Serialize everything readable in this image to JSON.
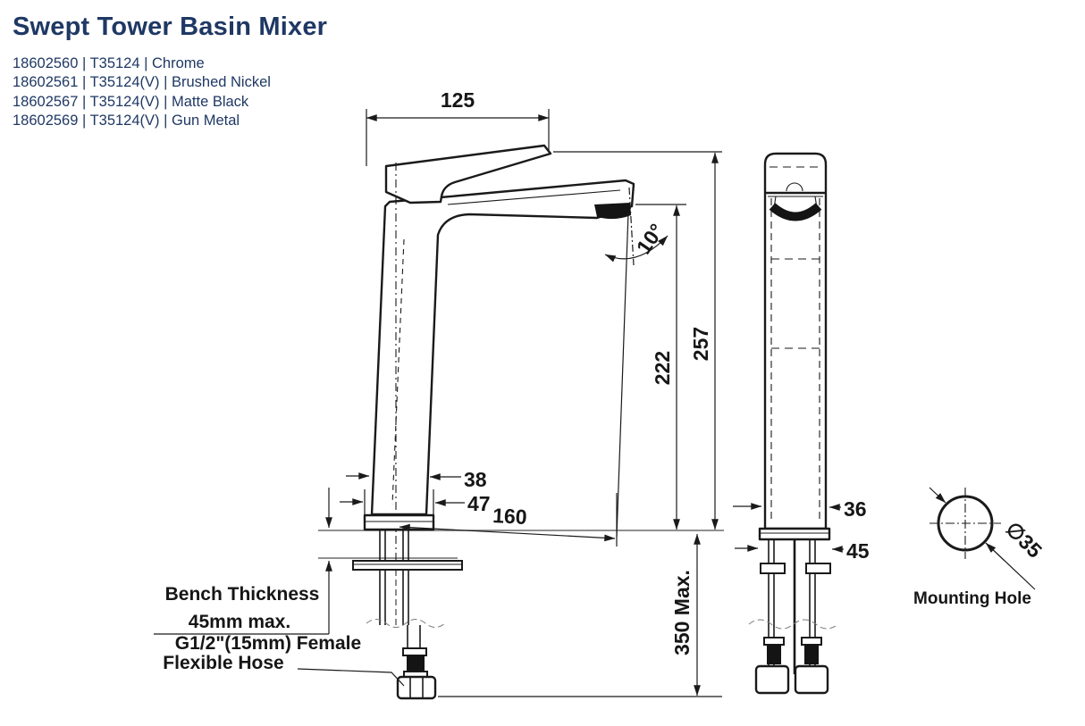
{
  "title": "Swept Tower Basin Mixer",
  "variants": [
    "18602560 | T35124 | Chrome",
    "18602561 | T35124(V) | Brushed Nickel",
    "18602567 | T35124(V) | Matte Black",
    "18602569 | T35124(V) | Gun Metal"
  ],
  "colors": {
    "heading": "#1f3864",
    "linework": "#1a1a1a"
  },
  "dimensions": {
    "spout_top_reach": "125",
    "spout_angle": "10°",
    "overall_height": "257",
    "spout_height": "222",
    "body_width": "38",
    "base_width": "47",
    "spout_reach": "160",
    "hose_drop": "350 Max.",
    "side_body_width": "36",
    "side_base_width": "45",
    "mounting_hole_diameter": "∅35"
  },
  "annotations": {
    "bench_thickness_line1": "Bench Thickness",
    "bench_thickness_line2": "45mm max.",
    "hose_spec_line1": "G1/2\"(15mm) Female",
    "hose_spec_line2": "Flexible Hose",
    "mounting_hole_label": "Mounting Hole"
  }
}
